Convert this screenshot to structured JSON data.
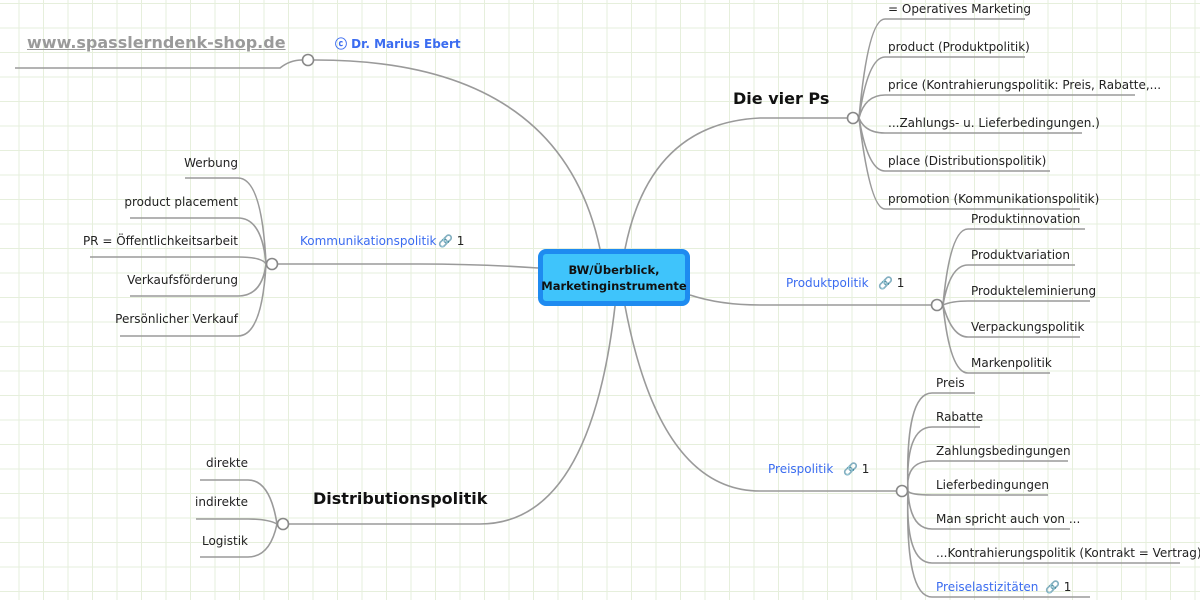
{
  "header": {
    "url": "www.spasslerndenk-shop.de",
    "author": "ⓒ Dr. Marius Ebert"
  },
  "center": {
    "line1": "BW/Überblick,",
    "line2": "Marketinginstrumente"
  },
  "vier_ps": {
    "title": "Die vier Ps",
    "items": [
      "= Operatives Marketing",
      "product (Produktpolitik)",
      "price (Kontrahierungspolitik: Preis, Rabatte,...",
      "...Zahlungs- u. Lieferbedingungen.)",
      "place  (Distributionspolitik)",
      "promotion (Kommunikationspolitik)"
    ]
  },
  "produkt": {
    "title": "Produktpolitik",
    "links": "1",
    "items": [
      "Produktinnovation",
      "Produktvariation",
      "Produkteleminierung",
      "Verpackungspolitik",
      "Markenpolitik"
    ]
  },
  "preis": {
    "title": "Preispolitik",
    "links": "1",
    "items": [
      "Preis",
      "Rabatte",
      "Zahlungsbedingungen",
      "Lieferbedingungen",
      "Man spricht auch von ...",
      "...Kontrahierungspolitik (Kontrakt = Vertrag)",
      "Preiselastizitäten"
    ],
    "last_links": "1"
  },
  "kommunikation": {
    "title": "Kommunikationspolitik",
    "links": "1",
    "items": [
      "Werbung",
      "product placement",
      "PR = Öffentlichkeitsarbeit",
      "Verkaufsförderung",
      "Persönlicher Verkauf"
    ]
  },
  "distribution": {
    "title": "Distributionspolitik",
    "items": [
      "direkte",
      "indirekte",
      "Logistik"
    ]
  },
  "colors": {
    "accent": "#3b6cf0",
    "center_fill": "#3fc4fb",
    "center_border": "#1e8bf0",
    "line": "#999999"
  }
}
